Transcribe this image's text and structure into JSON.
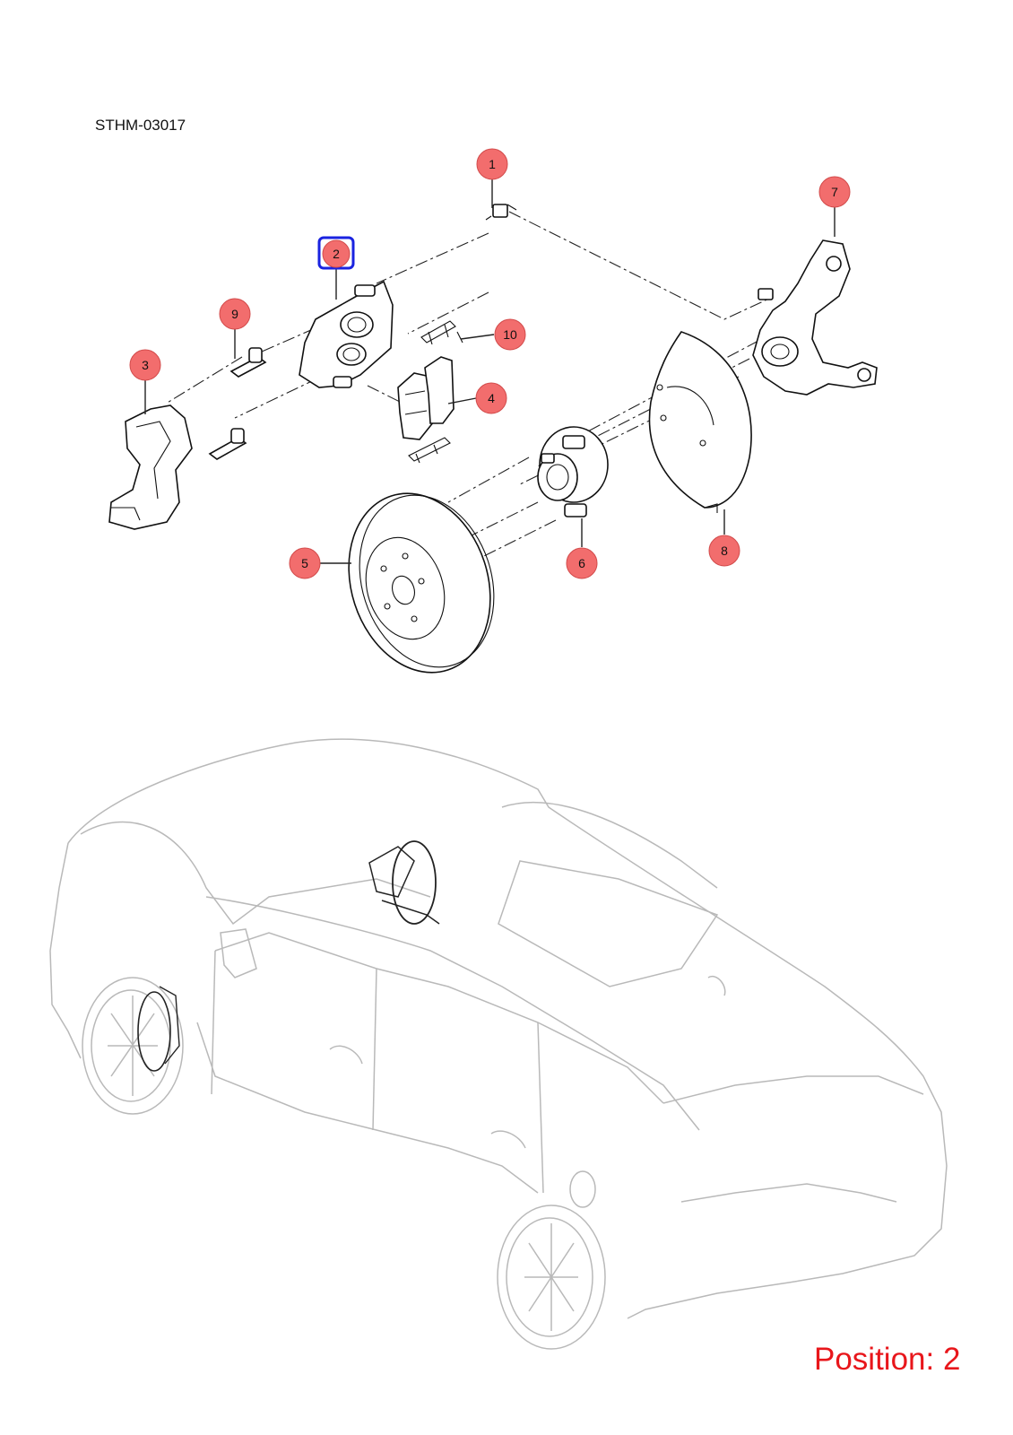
{
  "diagram_code": "STHM-03017",
  "position_label": "Position: 2",
  "highlight_color": "#1a23e0",
  "callout_fill": "#f26d6d",
  "position_color": "#e8161b",
  "callouts": [
    {
      "id": "1",
      "label": "1"
    },
    {
      "id": "2",
      "label": "2"
    },
    {
      "id": "3",
      "label": "3"
    },
    {
      "id": "4",
      "label": "4"
    },
    {
      "id": "5",
      "label": "5"
    },
    {
      "id": "6",
      "label": "6"
    },
    {
      "id": "7",
      "label": "7"
    },
    {
      "id": "8",
      "label": "8"
    },
    {
      "id": "9",
      "label": "9"
    },
    {
      "id": "10",
      "label": "10"
    }
  ],
  "highlighted_callout": "2"
}
